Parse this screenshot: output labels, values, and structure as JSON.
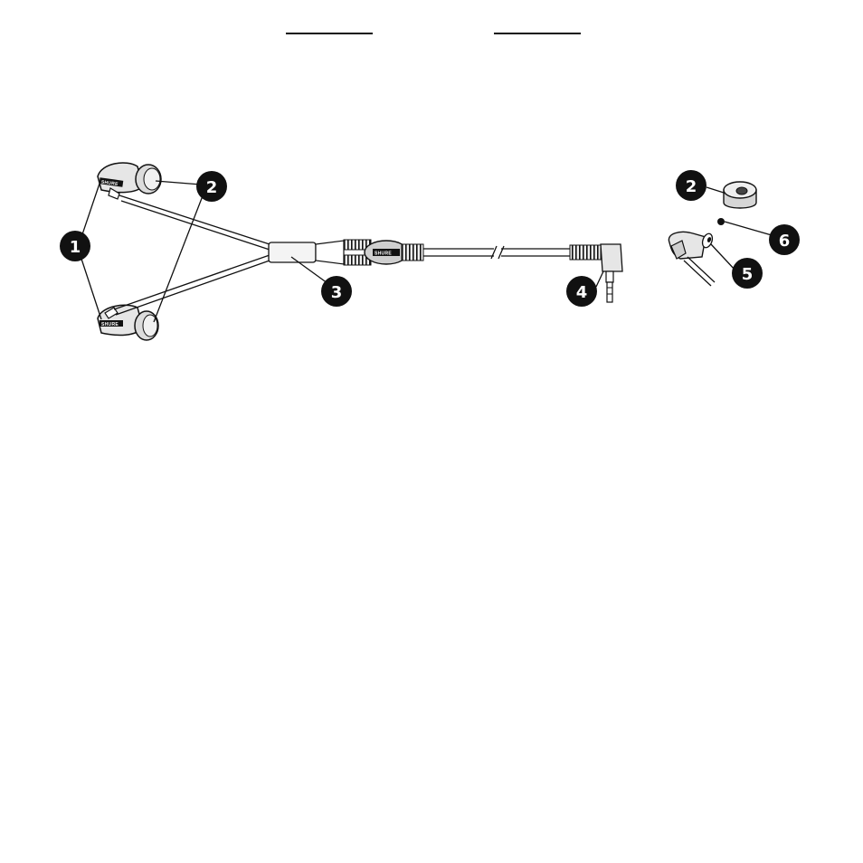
{
  "header": {
    "rule_left_label": "",
    "rule_right_label": ""
  },
  "diagram": {
    "brand_text": "SHURE",
    "callouts": [
      {
        "id": "c1",
        "label": "1"
      },
      {
        "id": "c2",
        "label": "2"
      },
      {
        "id": "c3",
        "label": "3"
      },
      {
        "id": "c4",
        "label": "4"
      },
      {
        "id": "c2b",
        "label": "2"
      },
      {
        "id": "c6",
        "label": "6"
      },
      {
        "id": "c5",
        "label": "5"
      }
    ]
  },
  "colors": {
    "ink": "#111111",
    "fill_light": "#e8e8e8",
    "fill_mid": "#cfcfcf",
    "background": "#ffffff"
  }
}
